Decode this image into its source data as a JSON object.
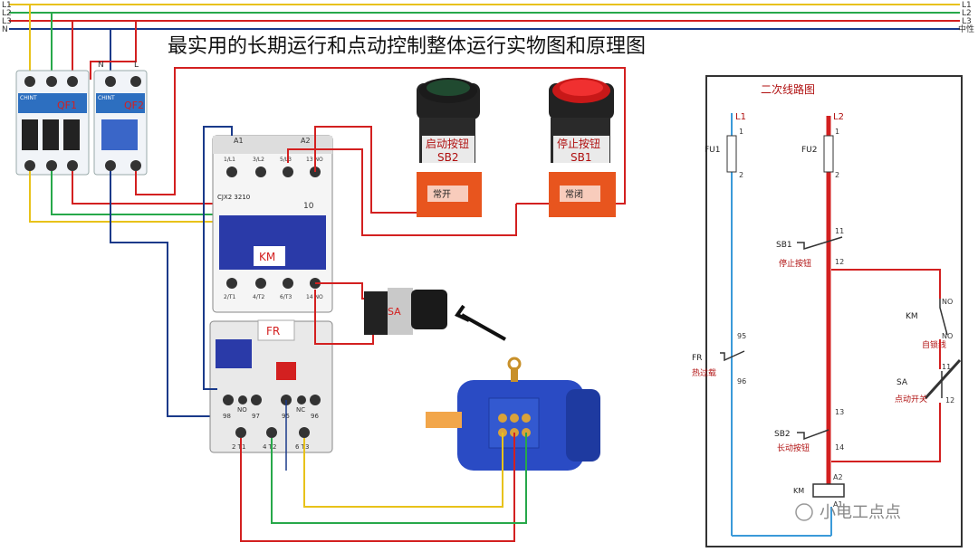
{
  "title": "最实用的长期运行和点动控制整体运行实物图和原理图",
  "bus_labels": {
    "left": [
      "L1",
      "L2",
      "L3",
      "N"
    ],
    "right": [
      "L1",
      "L2",
      "L3",
      "中性"
    ]
  },
  "colors": {
    "L1": "#e8c21a",
    "L2": "#27a84a",
    "L3": "#d32020",
    "N": "#1a3a8a",
    "aux": "#3a9ad9",
    "ctrl": "#d32020"
  },
  "breakers": {
    "qf1": {
      "label": "QF1",
      "brand": "CHINT"
    },
    "qf2": {
      "label": "QF2",
      "brand": "CHINT",
      "top_labels": [
        "N",
        "L"
      ]
    }
  },
  "contactor": {
    "label": "KM",
    "coil_terminals": [
      "A1",
      "A2"
    ],
    "top_terminals": [
      "1/L1",
      "3/L2",
      "5/L3",
      "13 NO"
    ],
    "bottom_terminals": [
      "2/T1",
      "4/T2",
      "6/T3",
      "14 NO"
    ],
    "model": "CJX2 3210",
    "aux_number": "10"
  },
  "relay": {
    "label": "FR",
    "top_terminals": [
      "98",
      "NO",
      "97",
      "95",
      "NC",
      "96"
    ],
    "bottom_terminals": [
      "2 T1",
      "4 T2",
      "6 T3"
    ]
  },
  "buttons": {
    "start": {
      "title": "启动按钮",
      "code": "SB2",
      "bottom": "常开"
    },
    "stop": {
      "title": "停止按钮",
      "code": "SB1",
      "bottom": "常闭"
    }
  },
  "selector": {
    "label": "SA"
  },
  "schematic": {
    "title": "二次线路图",
    "L1": "L1",
    "L2": "L2",
    "FU1": "FU1",
    "FU2": "FU2",
    "fu_terms": [
      "1",
      "2"
    ],
    "SB1": "SB1",
    "SB1_cn": "停止按钮",
    "t11": "11",
    "t12": "12",
    "FR": "FR",
    "FR_cn": "热过载",
    "t95": "95",
    "t96": "96",
    "KM": "KM",
    "KM_cn": "自锁线",
    "NO1": "NO",
    "NO2": "NO",
    "SA": "SA",
    "SA_cn": "点动开关",
    "sa11": "11",
    "sa12": "12",
    "SB2": "SB2",
    "SB2_cn": "长动按钮",
    "t13": "13",
    "t14": "14",
    "A2": "A2",
    "A1": "A1",
    "KM_coil": "KM"
  },
  "watermark": "小电工点点"
}
